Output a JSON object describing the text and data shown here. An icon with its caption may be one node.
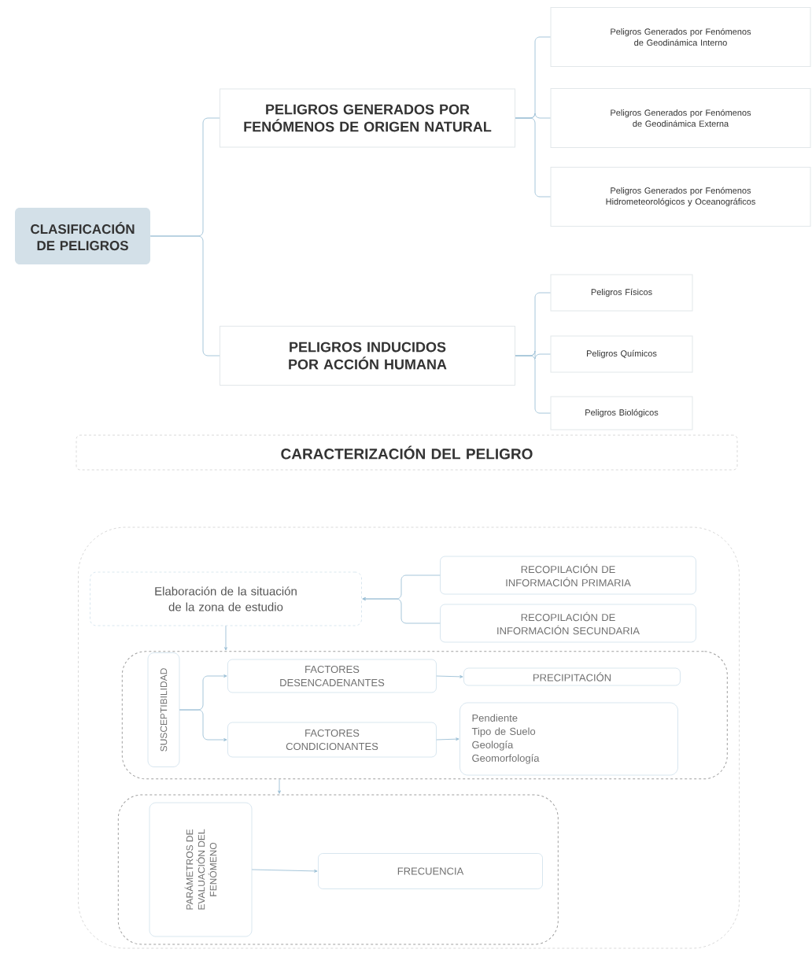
{
  "diagram": {
    "nodes": [
      {
        "text": [
          "CLASIFICACIÓN DE PELIGROS"
        ]
      },
      {
        "text": [
          "PELIGROS GENERADOS POR FENÓMENOS DE ORIGEN NATURAL"
        ]
      },
      {
        "text": [
          "Peligros Generados por Fenómenos de Geodinámica Interno"
        ]
      },
      {
        "text": [
          "Peligros Generados por Fenómenos de Geodinámica Externa"
        ]
      },
      {
        "text": [
          "Peligros Generados por Fenómenos Hidrometeorológicos y Oceanográficos"
        ]
      },
      {
        "text": [
          "PELIGROS INDUCIDOS POR ACCIÓN HUMANA"
        ]
      },
      {
        "text": [
          "Peligros Físicos"
        ]
      },
      {
        "text": [
          "Peligros Químicos"
        ]
      },
      {
        "text": [
          "Peligros Biológicos"
        ]
      },
      {
        "text": [
          "CARACTERIZACIÓN DEL PELIGRO"
        ]
      },
      {
        "text": [],
        "shape": "box"
      },
      {
        "text": [
          "Elaboración de la situación de la zona de estudio"
        ],
        "in": 10
      },
      {
        "text": [
          "RECOPILACIÓN DE INFORMACIÓN PRIMARIA"
        ],
        "in": 10
      },
      {
        "text": [
          "RECOPILACIÓN DE INFORMACIÓN SECUNDARIA"
        ],
        "in": 10
      },
      {
        "text": [],
        "shape": "box",
        "in": 10
      },
      {
        "text": [
          "SUSCEPTIBILIDAD"
        ],
        "in": 14
      },
      {
        "text": [
          "FACTORES DESENCADENANTES"
        ],
        "in": 14
      },
      {
        "text": [
          "PRECIPITACIÓN"
        ],
        "in": 14
      },
      {
        "text": [
          "FACTORES CONDICIONANTES"
        ],
        "in": 14
      },
      {
        "text": [
          "Pendiente",
          "Tipo de Suelo",
          "Geología",
          "Geomorfología"
        ],
        "in": 14
      },
      {
        "text": [],
        "shape": "box",
        "in": 10
      },
      {
        "text": [
          "PARÁMETROS DE EVALUACIÓN DEL FENÓMENO"
        ],
        "in": 20
      },
      {
        "text": [
          "FRECUENCIA"
        ],
        "in": 20
      }
    ],
    "edges": [
      {
        "from": 0,
        "to": 1,
        "arrow": "none"
      },
      {
        "from": 0,
        "to": 5,
        "arrow": "none"
      },
      {
        "from": 1,
        "to": 2,
        "arrow": "none"
      },
      {
        "from": 1,
        "to": 3,
        "arrow": "none"
      },
      {
        "from": 1,
        "to": 4,
        "arrow": "none"
      },
      {
        "from": 5,
        "to": 6,
        "arrow": "none"
      },
      {
        "from": 5,
        "to": 7,
        "arrow": "none"
      },
      {
        "from": 5,
        "to": 8,
        "arrow": "none"
      },
      {
        "from": 12,
        "to": 11,
        "arrow": "to"
      },
      {
        "from": 13,
        "to": 11,
        "arrow": "to"
      },
      {
        "from": 11,
        "to": 14,
        "arrow": "to"
      },
      {
        "from": 15,
        "to": 16,
        "arrow": "to"
      },
      {
        "from": 15,
        "to": 18,
        "arrow": "to"
      },
      {
        "from": 16,
        "to": 17,
        "arrow": "to"
      },
      {
        "from": 18,
        "to": 19,
        "arrow": "to"
      },
      {
        "from": 14,
        "to": 20,
        "arrow": "to"
      },
      {
        "from": 21,
        "to": 22,
        "arrow": "to"
      }
    ]
  }
}
